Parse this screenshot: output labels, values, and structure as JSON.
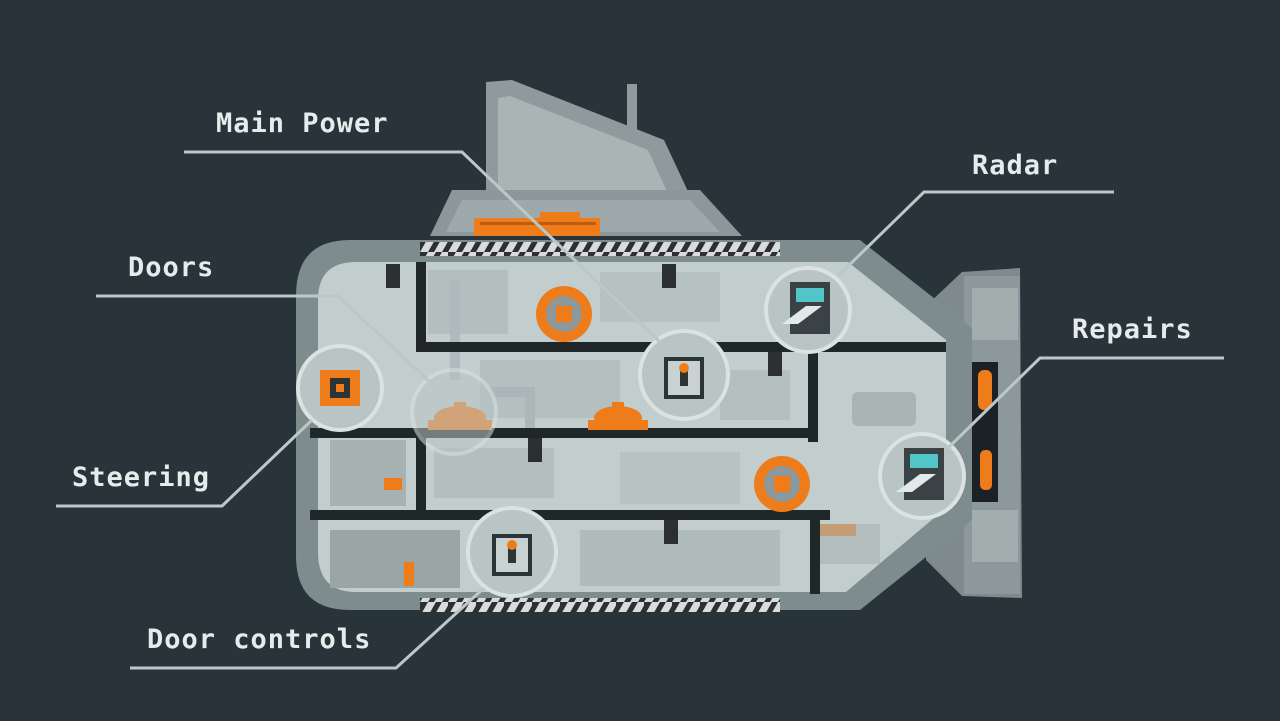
{
  "labels": {
    "main_power": "Main Power",
    "radar": "Radar",
    "doors": "Doors",
    "repairs": "Repairs",
    "steering": "Steering",
    "door_controls": "Door controls"
  },
  "colors": {
    "background": "#29343a",
    "hull": "#8c999b",
    "interior": "#c4cfd0",
    "accent": "#ee7c1a",
    "line": "#bcc7c8"
  }
}
